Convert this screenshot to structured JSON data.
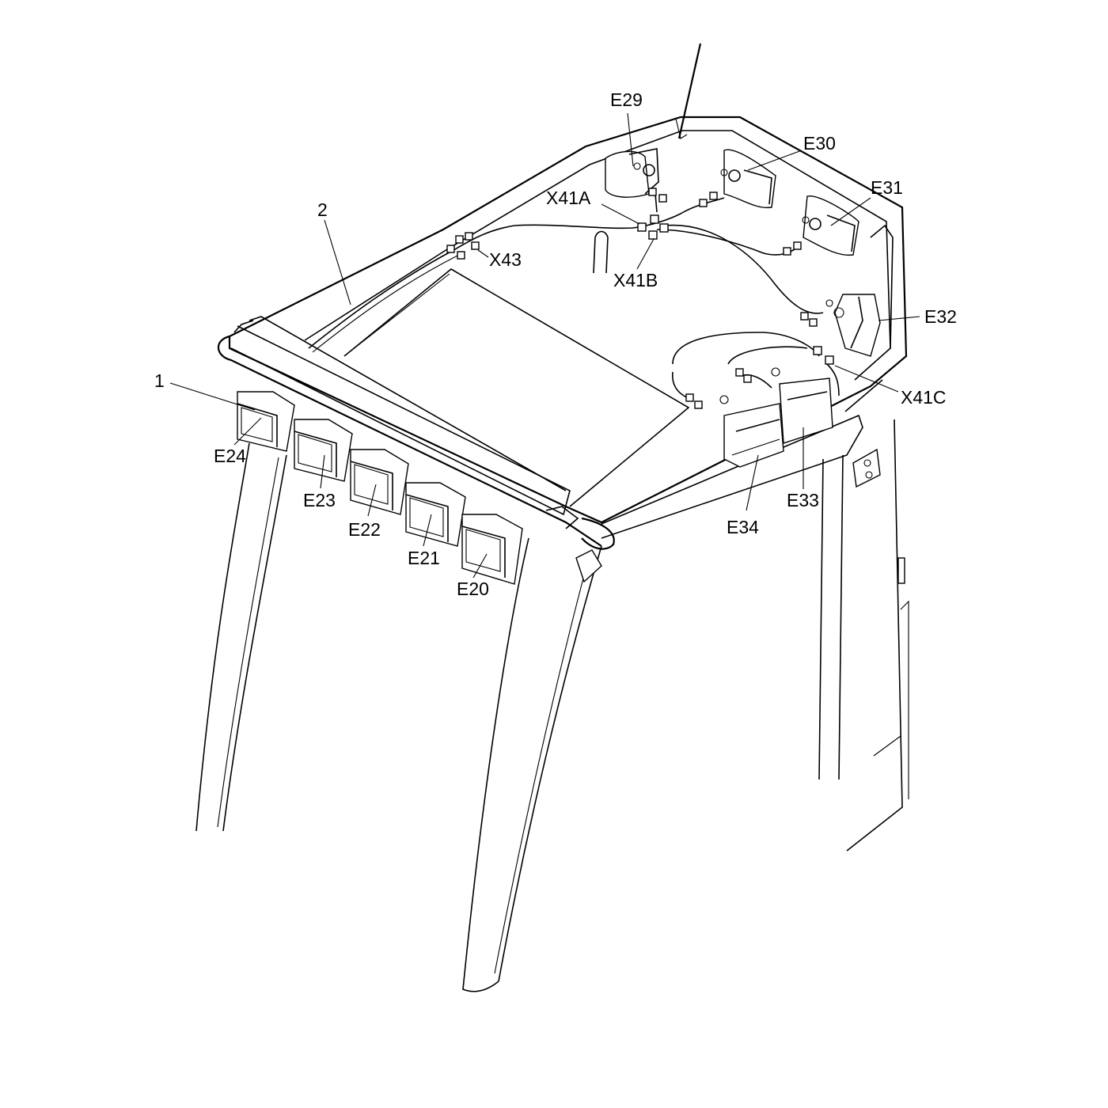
{
  "diagram": {
    "labels": {
      "part_1": "1",
      "part_2": "2",
      "E20": "E20",
      "E21": "E21",
      "E22": "E22",
      "E23": "E23",
      "E24": "E24",
      "E29": "E29",
      "E30": "E30",
      "E31": "E31",
      "E32": "E32",
      "E33": "E33",
      "E34": "E34",
      "X41A": "X41A",
      "X41B": "X41B",
      "X41C": "X41C",
      "X43": "X43"
    },
    "line_color": "#000000",
    "background": "#ffffff"
  }
}
